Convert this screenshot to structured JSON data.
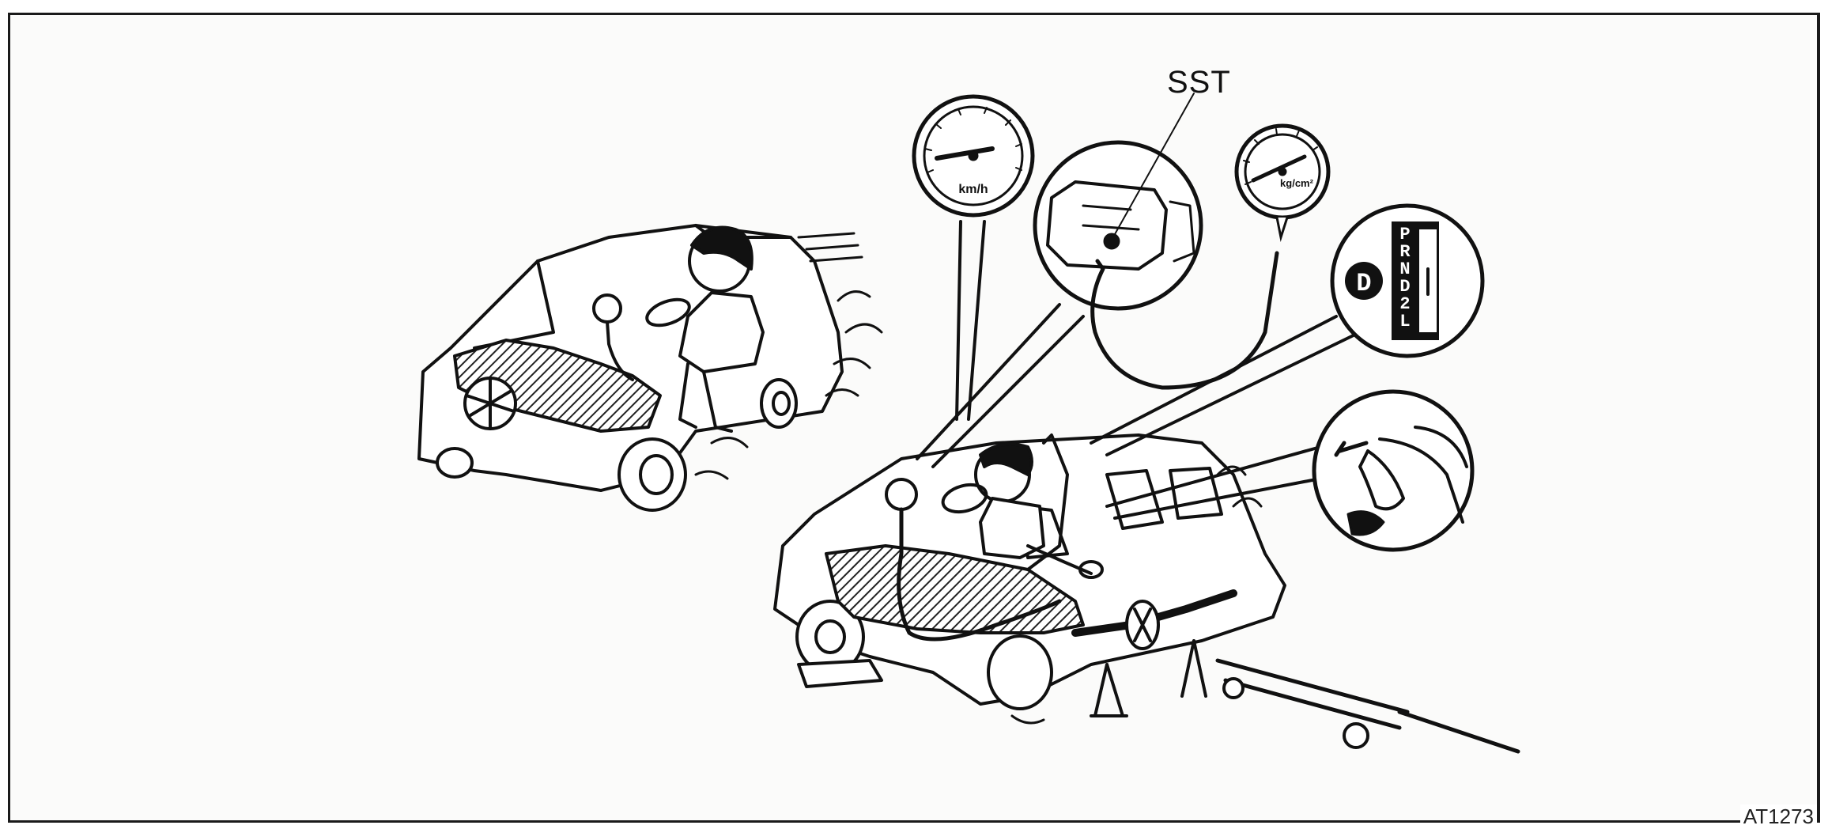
{
  "figure": {
    "callout_label": "SST",
    "figure_id": "AT1273",
    "speedometer_unit": "km/h",
    "pressure_gauge_unit": "kg/cm²",
    "shift_range_indicator": "D",
    "shift_positions": [
      "P",
      "R",
      "N",
      "D",
      "2",
      "L"
    ]
  },
  "colors": {
    "ink": "#111111",
    "paper": "#fbfbfa",
    "hatch": "#2a2a2a"
  }
}
